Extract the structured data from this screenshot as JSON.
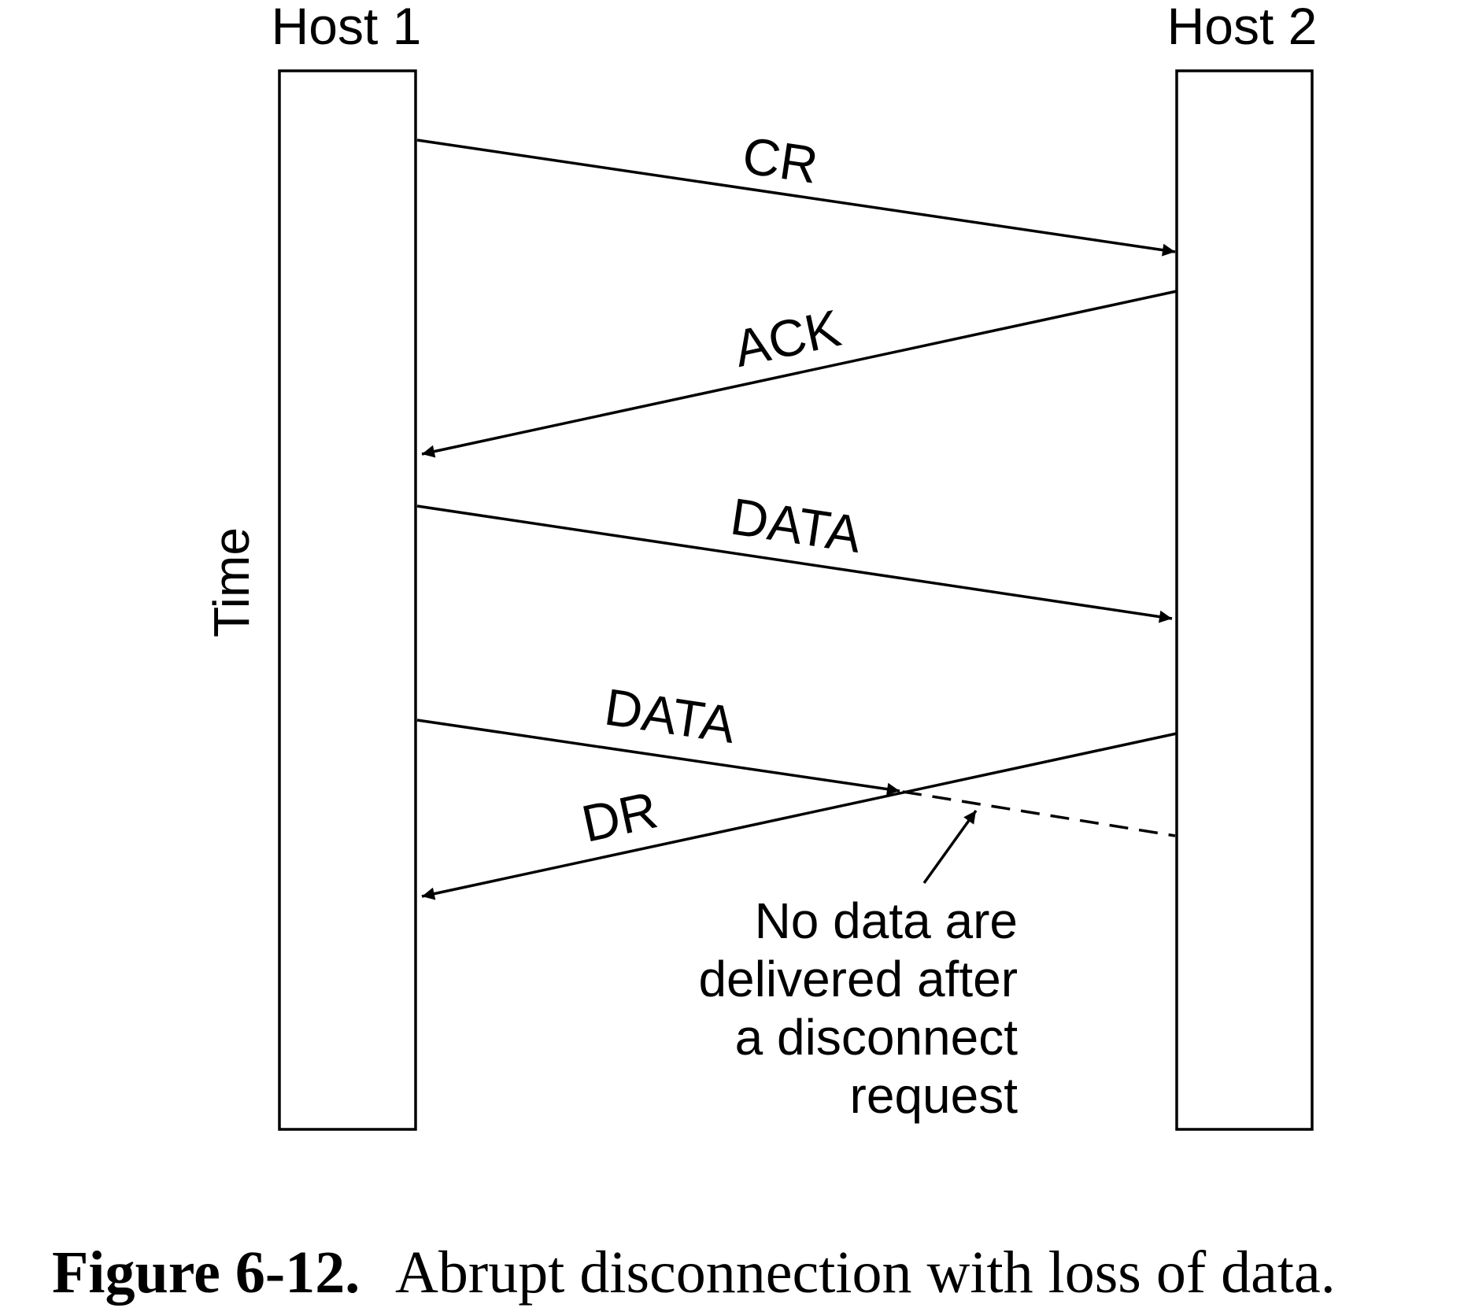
{
  "hosts": {
    "host1": "Host 1",
    "host2": "Host 2"
  },
  "time_label": "Time",
  "messages": {
    "cr": "CR",
    "ack": "ACK",
    "data1": "DATA",
    "data2": "DATA",
    "dr": "DR"
  },
  "note": {
    "line1": "No data are",
    "line2": "delivered after",
    "line3": "a disconnect",
    "line4": "request"
  },
  "caption": {
    "number": "Figure 6-12.",
    "text": "Abrupt disconnection with loss of data."
  }
}
